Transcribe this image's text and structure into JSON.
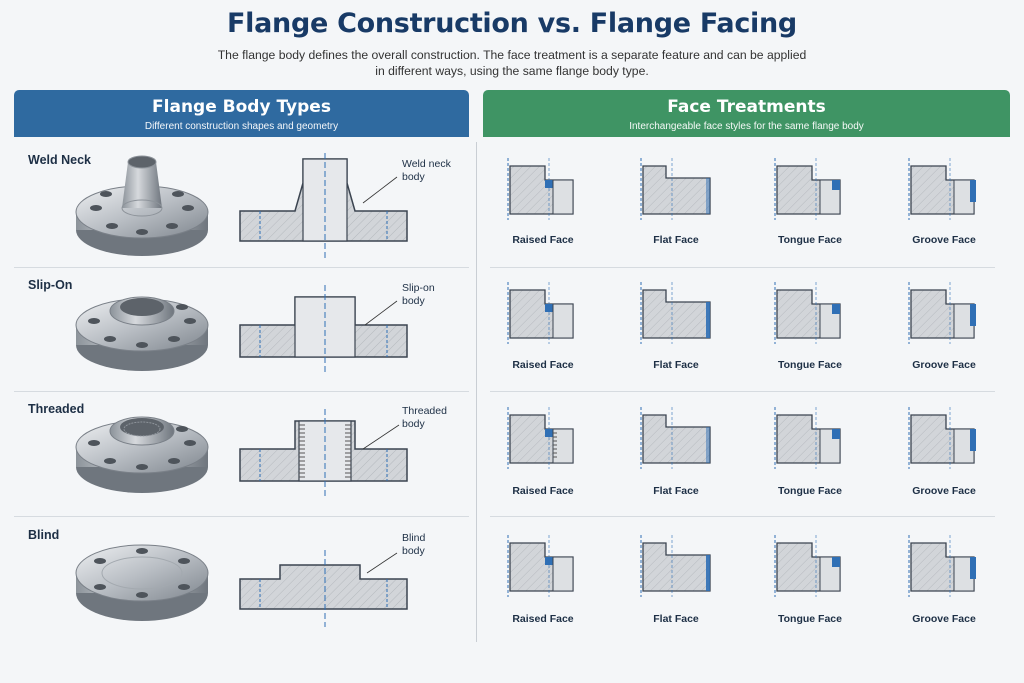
{
  "title": "Flange Construction vs. Flange Facing",
  "subtitle_line1": "The flange body defines the overall construction. The face treatment is a separate feature and can be applied",
  "subtitle_line2": "in different ways, using the same flange body type.",
  "left_panel": {
    "title": "Flange Body Types",
    "subtitle": "Different construction shapes and geometry",
    "rows": [
      {
        "name": "Weld Neck",
        "callout_line1": "Weld neck",
        "callout_line2": "body"
      },
      {
        "name": "Slip-On",
        "callout_line1": "Slip-on",
        "callout_line2": "body"
      },
      {
        "name": "Threaded",
        "callout_line1": "Threaded",
        "callout_line2": "body"
      },
      {
        "name": "Blind",
        "callout_line1": "Blind",
        "callout_line2": "body"
      }
    ]
  },
  "right_panel": {
    "title": "Face Treatments",
    "subtitle": "Interchangeable face styles for the same flange body",
    "faces": [
      "Raised Face",
      "Flat Face",
      "Tongue Face",
      "Groove Face"
    ]
  },
  "colors": {
    "left_header": "#2f6aa0",
    "right_header": "#3f9464",
    "metal": "#c9ced3",
    "accent": "#2f6fb5"
  }
}
